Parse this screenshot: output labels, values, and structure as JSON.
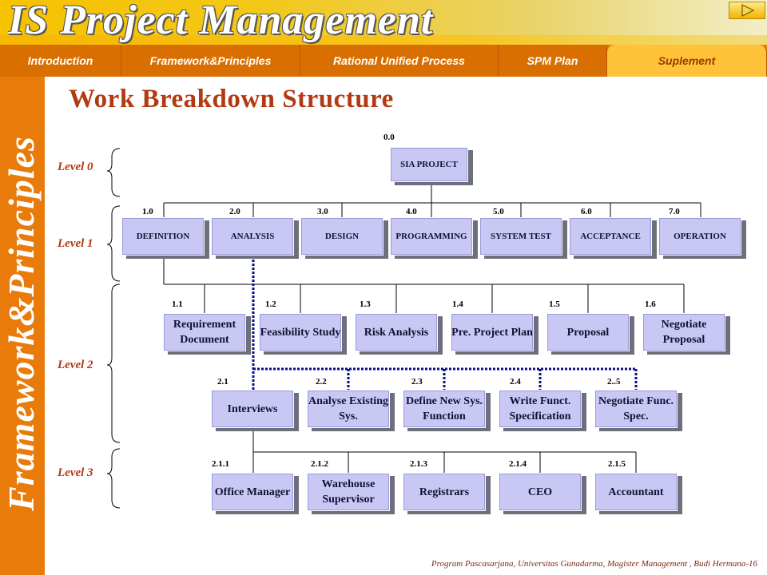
{
  "header": {
    "app_title": "IS Project Management",
    "play_icon": "play-triangle-icon"
  },
  "tabs": [
    {
      "label": "Introduction",
      "active": false
    },
    {
      "label": "Framework&Principles",
      "active": false
    },
    {
      "label": "Rational Unified Process",
      "active": false
    },
    {
      "label": "SPM Plan",
      "active": false
    },
    {
      "label": "Suplement",
      "active": true
    }
  ],
  "sidebar": {
    "title": "Framework&Principles"
  },
  "page_title": "Work Breakdown Structure",
  "footer": "Program Pascasarjana, Universitas Gunadarma, Magister Management , Budi Hermana-16",
  "levels": [
    "Level 0",
    "Level 1",
    "Level 2",
    "Level 3"
  ],
  "root": {
    "code": "0.0",
    "label": "SIA PROJECT"
  },
  "level1": [
    {
      "code": "1.0",
      "label": "DEFINITION"
    },
    {
      "code": "2.0",
      "label": "ANALYSIS"
    },
    {
      "code": "3.0",
      "label": "DESIGN"
    },
    {
      "code": "4.0",
      "label": "PROGRAMMING"
    },
    {
      "code": "5.0",
      "label": "SYSTEM TEST"
    },
    {
      "code": "6.0",
      "label": "ACCEPTANCE"
    },
    {
      "code": "7.0",
      "label": "OPERATION"
    }
  ],
  "definition_children": [
    {
      "code": "1.1",
      "label": "Requirement Document"
    },
    {
      "code": "1.2",
      "label": "Feasibility Study"
    },
    {
      "code": "1.3",
      "label": "Risk Analysis"
    },
    {
      "code": "1.4",
      "label": "Pre. Project Plan"
    },
    {
      "code": "1.5",
      "label": "Proposal"
    },
    {
      "code": "1.6",
      "label": "Negotiate Proposal"
    }
  ],
  "analysis_children": [
    {
      "code": "2.1",
      "label": "Interviews"
    },
    {
      "code": "2.2",
      "label": "Analyse Existing Sys."
    },
    {
      "code": "2.3",
      "label": "Define New Sys. Function"
    },
    {
      "code": "2.4",
      "label": "Write Funct. Specification"
    },
    {
      "code": "2..5",
      "label": "Negotiate Func. Spec."
    }
  ],
  "interview_children": [
    {
      "code": "2.1.1",
      "label": "Office Manager"
    },
    {
      "code": "2.1.2",
      "label": "Warehouse Supervisor"
    },
    {
      "code": "2.1.3",
      "label": "Registrars"
    },
    {
      "code": "2.1.4",
      "label": "CEO"
    },
    {
      "code": "2.1.5",
      "label": "Accountant"
    }
  ],
  "colors": {
    "node_fill": "#c9c8f5",
    "node_shadow": "#6d6f7a",
    "accent_orange": "#e87b0a",
    "title_red": "#b23a12",
    "dotted_link": "#0a0a8a"
  }
}
